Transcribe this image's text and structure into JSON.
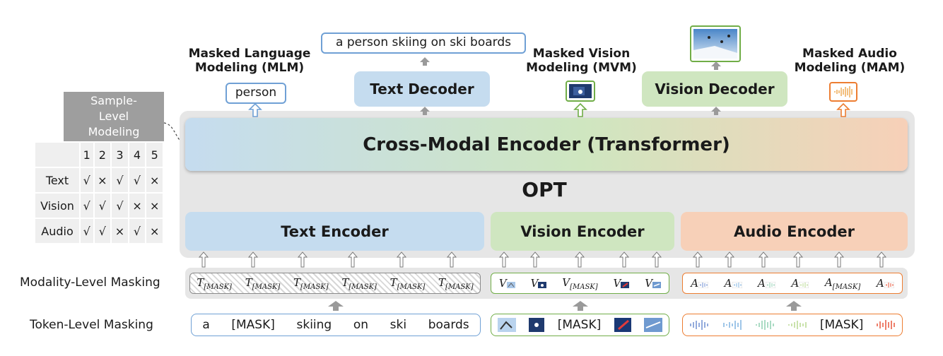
{
  "sample_level": {
    "header": "Sample-Level Modeling",
    "columns": [
      "1",
      "2",
      "3",
      "4",
      "5"
    ],
    "rows": [
      {
        "name": "Text",
        "vals": [
          "√",
          "×",
          "√",
          "√",
          "×"
        ]
      },
      {
        "name": "Vision",
        "vals": [
          "√",
          "√",
          "√",
          "×",
          "×"
        ]
      },
      {
        "name": "Audio",
        "vals": [
          "√",
          "√",
          "×",
          "√",
          "×"
        ]
      }
    ]
  },
  "top": {
    "mlm_label": "Masked Language Modeling (MLM)",
    "mlm_output": "person",
    "text_decoder_output": "a person skiing on ski boards",
    "text_decoder": "Text Decoder",
    "mvm_label": "Masked Vision Modeling (MVM)",
    "vision_decoder": "Vision Decoder",
    "mam_label": "Masked Audio Modeling (MAM)"
  },
  "cross_modal_encoder": "Cross-Modal Encoder (Transformer)",
  "model_name": "OPT",
  "encoders": {
    "text": "Text Encoder",
    "vision": "Vision Encoder",
    "audio": "Audio Encoder"
  },
  "modality_level": {
    "label": "Modality-Level Masking",
    "text_tokens": [
      {
        "base": "T",
        "sub": "[MASK]"
      },
      {
        "base": "T",
        "sub": "[MASK]"
      },
      {
        "base": "T",
        "sub": "[MASK]"
      },
      {
        "base": "T",
        "sub": "[MASK]"
      },
      {
        "base": "T",
        "sub": "[MASK]"
      },
      {
        "base": "T",
        "sub": "[MASK]"
      }
    ],
    "vision_tokens": [
      {
        "base": "V",
        "sub": ""
      },
      {
        "base": "V",
        "sub": ""
      },
      {
        "base": "V",
        "sub": "[MASK]"
      },
      {
        "base": "V",
        "sub": ""
      },
      {
        "base": "V",
        "sub": ""
      }
    ],
    "audio_tokens": [
      {
        "base": "A",
        "sub": ""
      },
      {
        "base": "A",
        "sub": ""
      },
      {
        "base": "A",
        "sub": ""
      },
      {
        "base": "A",
        "sub": ""
      },
      {
        "base": "A",
        "sub": "[MASK]"
      },
      {
        "base": "A",
        "sub": ""
      }
    ]
  },
  "token_level": {
    "label": "Token-Level Masking",
    "text_tokens": [
      "a",
      "[MASK]",
      "skiing",
      "on",
      "ski",
      "boards"
    ],
    "vision_mask": "[MASK]",
    "audio_mask": "[MASK]"
  },
  "colors": {
    "text": "#c5dcef",
    "text_border": "#6fa0d5",
    "vision": "#cfe6c0",
    "vision_border": "#70ad47",
    "audio": "#f7d0b8",
    "audio_border": "#ed7d31",
    "panel": "#e6e6e6",
    "header_gray": "#9e9e9e"
  }
}
